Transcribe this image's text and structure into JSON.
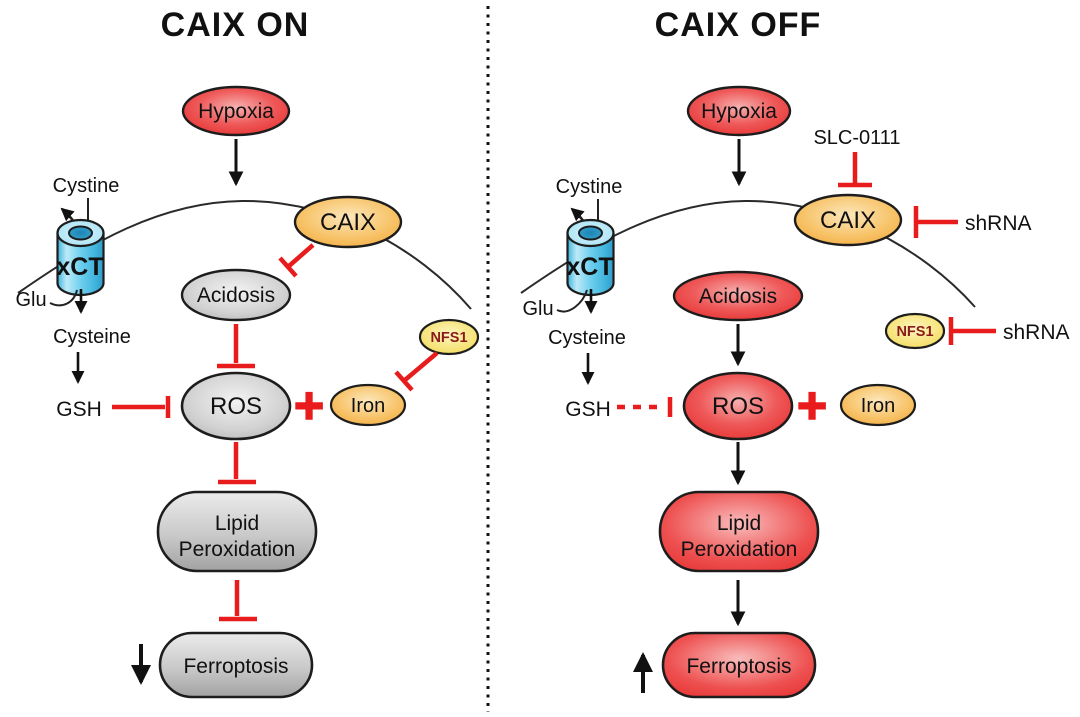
{
  "figure": {
    "left": {
      "title": "CAIX ON",
      "nodes": {
        "hypoxia": "Hypoxia",
        "caix": "CAIX",
        "acidosis": "Acidosis",
        "ros": "ROS",
        "iron": "Iron",
        "nfs1": "NFS1",
        "lipid_line1": "Lipid",
        "lipid_line2": "Peroxidation",
        "ferroptosis": "Ferroptosis"
      },
      "labels": {
        "cystine": "Cystine",
        "xct": "xCT",
        "glu": "Glu",
        "cysteine": "Cysteine",
        "gsh": "GSH",
        "plus": "+"
      }
    },
    "right": {
      "title": "CAIX OFF",
      "nodes": {
        "hypoxia": "Hypoxia",
        "caix": "CAIX",
        "acidosis": "Acidosis",
        "ros": "ROS",
        "iron": "Iron",
        "nfs1": "NFS1",
        "lipid_line1": "Lipid",
        "lipid_line2": "Peroxidation",
        "ferroptosis": "Ferroptosis"
      },
      "labels": {
        "cystine": "Cystine",
        "xct": "xCT",
        "glu": "Glu",
        "cysteine": "Cysteine",
        "gsh": "GSH",
        "plus": "+",
        "slc0111": "SLC-0111",
        "shrna_caix": "shRNA",
        "shrna_nfs1": "shRNA"
      }
    },
    "colors": {
      "title_left": "#111111",
      "title_right": "#ee1111",
      "inhibit_red": "#e81c1c",
      "node_red": "#e63327",
      "node_orange": "#f2a93b",
      "node_gray": "#c6c6c6",
      "node_yellow": "#f2dd55",
      "transporter_cyan": "#5ec9e9",
      "line_black": "#222222"
    }
  }
}
